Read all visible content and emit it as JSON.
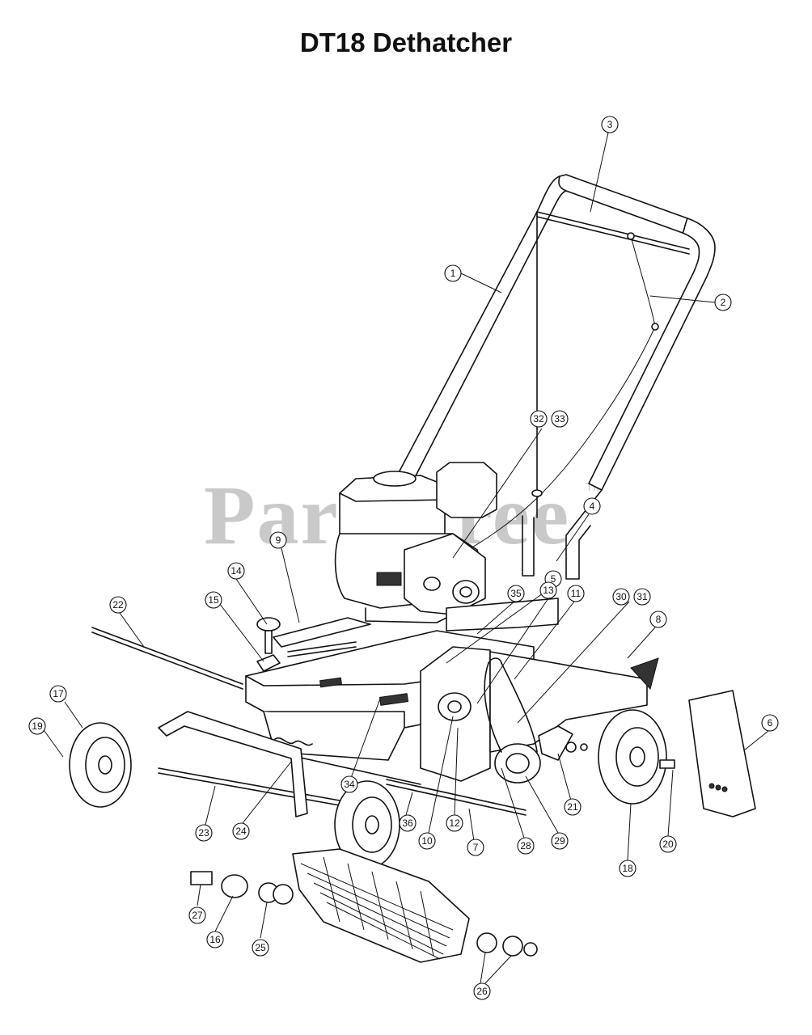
{
  "title": "DT18 Dethatcher",
  "watermark": {
    "text": "PartsTree",
    "mark": "TM"
  },
  "callouts": [
    "1",
    "2",
    "3",
    "4",
    "5",
    "6",
    "7",
    "8",
    "9",
    "10",
    "11",
    "12",
    "13",
    "14",
    "15",
    "16",
    "17",
    "18",
    "19",
    "20",
    "21",
    "22",
    "23",
    "24",
    "25",
    "26",
    "27",
    "28",
    "29",
    "30",
    "31",
    "32",
    "33",
    "34",
    "35",
    "36"
  ]
}
